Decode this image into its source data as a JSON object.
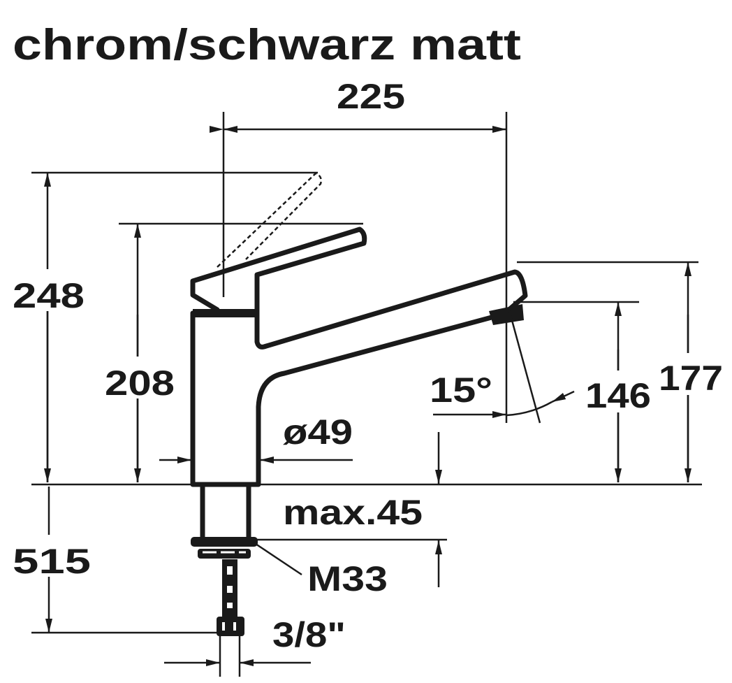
{
  "title": "chrom/schwarz matt",
  "dimensions": {
    "spout_reach": "225",
    "total_height_lever_open": "248",
    "height_lever_closed": "208",
    "spout_angle": "15°",
    "outlet_height": "146",
    "spout_height": "177",
    "body_diameter": "ø49",
    "max_counter_thickness": "max.45",
    "thread": "M33",
    "hose_length": "515",
    "connection": "3/8\""
  },
  "colors": {
    "line": "#1a1a1a",
    "background": "#ffffff"
  }
}
